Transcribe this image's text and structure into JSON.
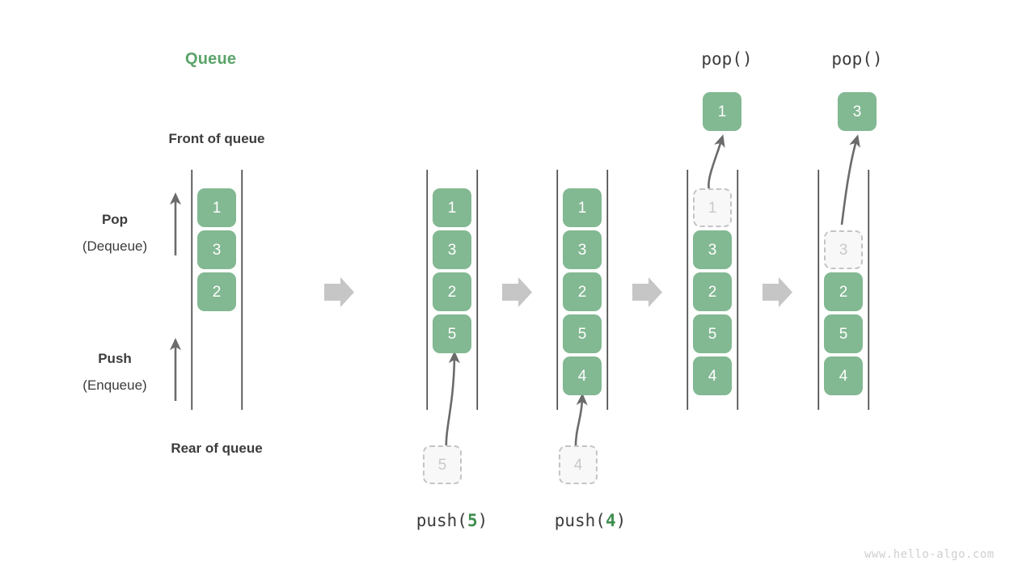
{
  "title": "Queue",
  "labels": {
    "front": "Front of queue",
    "rear": "Rear of queue",
    "pop_strong": "Pop",
    "pop_sub": "(Dequeue)",
    "push_strong": "Push",
    "push_sub": "(Enqueue)"
  },
  "watermark": "www.hello-algo.com",
  "colors": {
    "accent_green": "#5aa469",
    "cell_fill": "#82b892",
    "cell_text": "#ffffff",
    "ghost_fill": "#f8f8f8",
    "ghost_border": "#c4c4c4",
    "ghost_text": "#c9c9c9",
    "rail": "#4a4a4a",
    "arrow_gray": "#c6c6c6",
    "thin_arrow": "#6b6b6b",
    "text": "#3c3c3c",
    "watermark": "#cfcfcf"
  },
  "panels": [
    {
      "id": "initial",
      "caption": "",
      "op_label": "",
      "cells": [
        "1",
        "3",
        "2"
      ]
    },
    {
      "id": "after-push-5",
      "caption_prefix": "push(",
      "caption_num": "5",
      "caption_suffix": ")",
      "incoming": "5",
      "cells": [
        "1",
        "3",
        "2",
        "5"
      ]
    },
    {
      "id": "after-push-4",
      "caption_prefix": "push(",
      "caption_num": "4",
      "caption_suffix": ")",
      "incoming": "4",
      "cells": [
        "1",
        "3",
        "2",
        "5",
        "4"
      ]
    },
    {
      "id": "pop-1",
      "op_label": "pop()",
      "popped": "1",
      "cells": [
        "1",
        "3",
        "2",
        "5",
        "4"
      ],
      "ghost_index": 0
    },
    {
      "id": "pop-3",
      "op_label": "pop()",
      "popped": "3",
      "cells": [
        "3",
        "2",
        "5",
        "4"
      ],
      "ghost_index": 0
    }
  ],
  "cells": {
    "p1_c0": "1",
    "p1_c1": "3",
    "p1_c2": "2",
    "p2_c0": "1",
    "p2_c1": "3",
    "p2_c2": "2",
    "p2_c3": "5",
    "p2_in": "5",
    "p3_c0": "1",
    "p3_c1": "3",
    "p3_c2": "2",
    "p3_c3": "5",
    "p3_c4": "4",
    "p3_in": "4",
    "p4_pop": "1",
    "p4_c0": "1",
    "p4_c1": "3",
    "p4_c2": "2",
    "p4_c3": "5",
    "p4_c4": "4",
    "p5_pop": "3",
    "p5_c0": "3",
    "p5_c1": "2",
    "p5_c2": "5",
    "p5_c3": "4"
  },
  "ops": {
    "push5_prefix": "push(",
    "push5_num": "5",
    "push5_suffix": ")",
    "push4_prefix": "push(",
    "push4_num": "4",
    "push4_suffix": ")",
    "pop_a": "pop()",
    "pop_b": "pop()"
  }
}
